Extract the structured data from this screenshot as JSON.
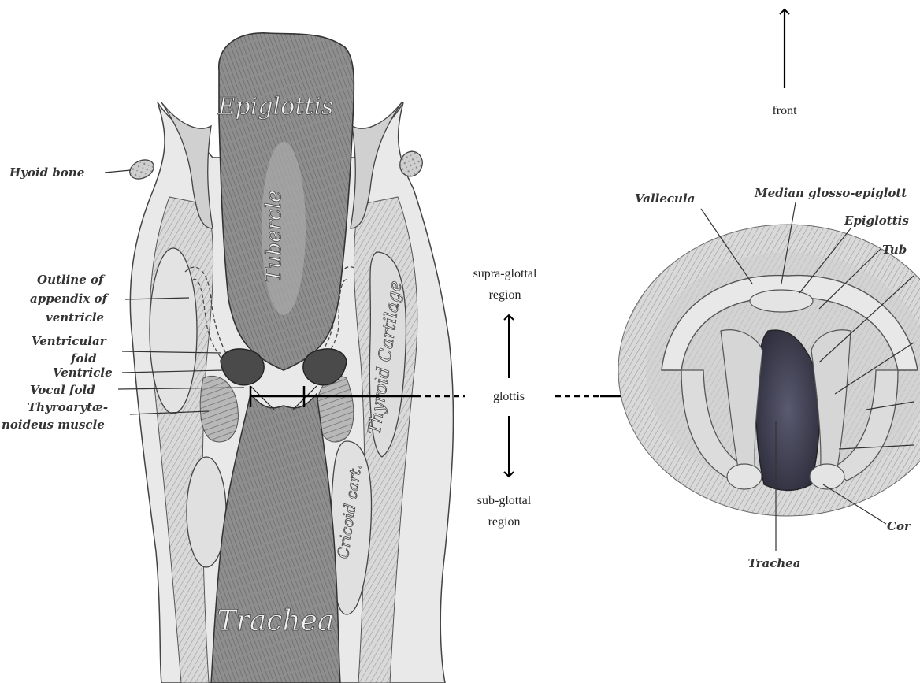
{
  "coronal_section": {
    "structures": {
      "epiglottis": "Epiglottis",
      "tubercle": "Tubercle",
      "thyroid_cartilage": "Thyroid Cartilage",
      "cricoid_cart": "Cricoid cart.",
      "trachea": "Trachea"
    },
    "labels": {
      "hyoid_bone": "Hyoid bone",
      "outline_appendix": [
        "Outline of",
        "appendix of",
        "ventricle"
      ],
      "ventricular_fold": [
        "Ventricular",
        "fold"
      ],
      "ventricle": "Ventricle",
      "vocal_fold": "Vocal fold",
      "thyroarytaenoideus": [
        "Thyroarytæ-",
        "noideus muscle"
      ]
    }
  },
  "orientation": {
    "front": "front"
  },
  "center_annotations": {
    "supra_glottal": [
      "supra-glottal",
      "region"
    ],
    "glottis": "glottis",
    "sub_glottal": [
      "sub-glottal",
      "region"
    ]
  },
  "laryngoscopic_view": {
    "labels": {
      "vallecula": "Vallecula",
      "median_glosso_epiglottic": "Median glosso-epiglott",
      "epiglottis": "Epiglottis",
      "tubercle": "Tub",
      "corniculate": "Cor",
      "trachea": "Trachea"
    }
  }
}
